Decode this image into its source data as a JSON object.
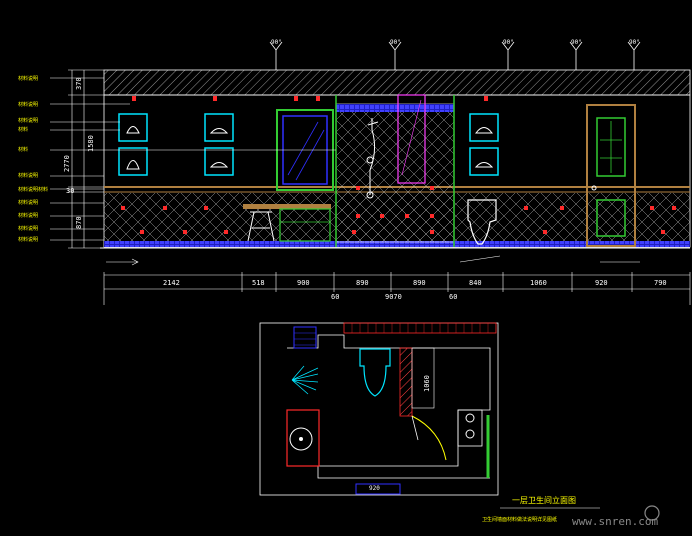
{
  "colors": {
    "background": "#000000",
    "line": "#ffffff",
    "dim_text": "#ffffff",
    "label": "#ffff00",
    "accent_red": "#ff2a2a",
    "cyan": "#00e5ff",
    "green": "#33cc33",
    "tan": "#b08040",
    "blue": "#3030ff",
    "magenta": "#ff40ff"
  },
  "lights": {
    "label": "90°"
  },
  "left_labels": [
    "材料说明",
    "材料说明",
    "材料说明",
    "材料",
    "材料",
    "材料说明",
    "材料说明材料",
    "材料说明",
    "材料说明",
    "材料说明",
    "材料说明"
  ],
  "vertical_dims": {
    "top": "370",
    "mid": "1580",
    "total": "2770",
    "gap": "30",
    "bottom": "870"
  },
  "horizontal_dims": {
    "segments": [
      "2142",
      "518",
      "900",
      "890",
      "890",
      "840",
      "1060",
      "920",
      "790"
    ],
    "total": "9070",
    "offset_left": "60",
    "offset_right": "60"
  },
  "plan": {
    "dim_vertical": "1060",
    "dim_bottom": "920",
    "title": "一层卫生间立面图",
    "subtitle": "卫生间墙面材料做法说明详见图纸"
  },
  "watermark": "www.snren.com"
}
